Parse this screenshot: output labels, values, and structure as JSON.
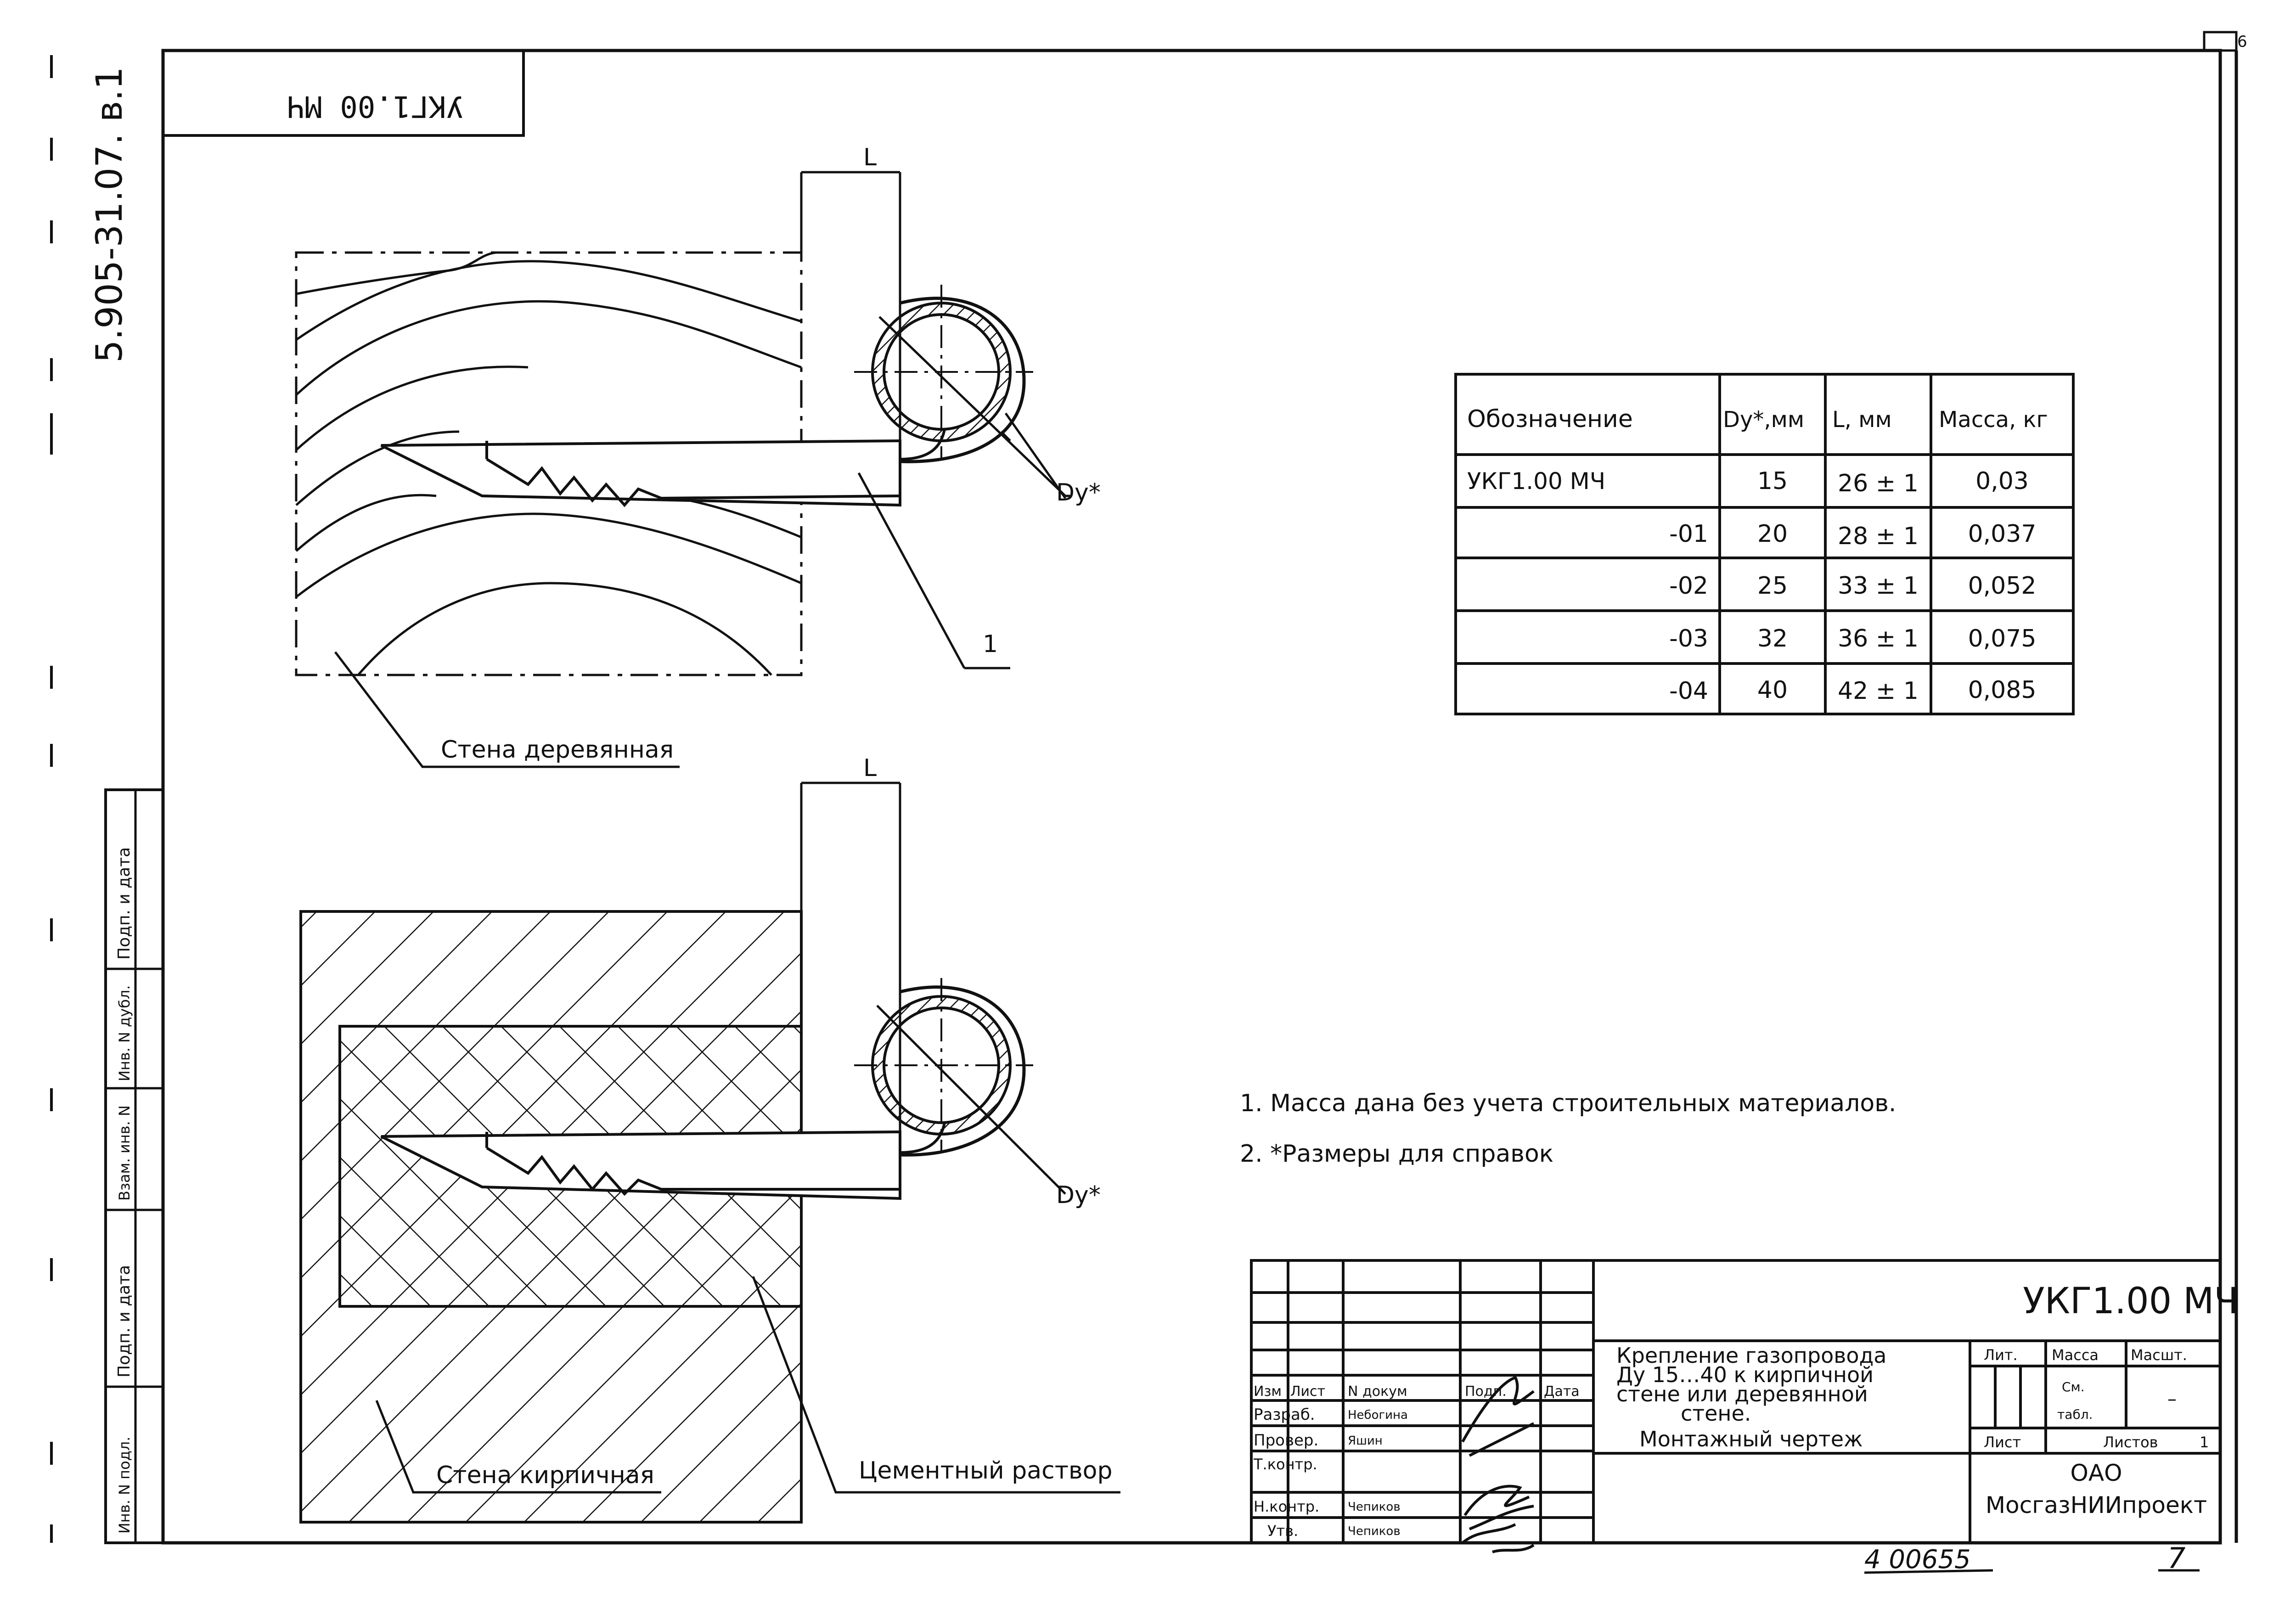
{
  "page": {
    "sheet_corner": "6",
    "vertical_doc_code": "5.905-31.07. в.1",
    "header_box_label": "УКГ1.00 МЧ"
  },
  "drawing": {
    "dimension_label_top": "L",
    "dimension_label_bottom": "L",
    "diameter_label_top": "Dy*",
    "diameter_label_bottom": "Dy*",
    "callout_number": "1",
    "label_wood_wall": "Стена деревянная",
    "label_brick_wall": "Стена кирпичная",
    "label_cement": "Цементный раствор"
  },
  "spec_table": {
    "headers": [
      "Обозначение",
      "Dy*,мм",
      "L, мм",
      "Масса, кг"
    ],
    "rows": [
      [
        "УКГ1.00 МЧ",
        "15",
        "26 ± 1",
        "0,03"
      ],
      [
        "-01",
        "20",
        "28 ± 1",
        "0,037"
      ],
      [
        "-02",
        "25",
        "33 ± 1",
        "0,052"
      ],
      [
        "-03",
        "32",
        "36 ± 1",
        "0,075"
      ],
      [
        "-04",
        "40",
        "42 ± 1",
        "0,085"
      ]
    ]
  },
  "notes": [
    "1. Масса дана без учета строительных материалов.",
    "2. *Размеры для справок"
  ],
  "left_margin_labels": [
    "Подп. и дата",
    "Инв. N дубл.",
    "Взам. инв. N",
    "Подп. и дата",
    "Инв. N подл."
  ],
  "title_block": {
    "code": "УКГ1.00 МЧ",
    "title_lines": [
      "Крепление газопровода",
      "Ду 15…40 к кирпичной",
      "стене или деревянной",
      "стене."
    ],
    "subtitle": "Монтажный чертеж",
    "col_lit": "Лит.",
    "col_mass": "Масса",
    "col_scale": "Масшт.",
    "mass_value_1": "См.",
    "mass_value_2": "табл.",
    "scale_value": "–",
    "sheet_label": "Лист",
    "sheets_label": "Листов",
    "sheets_value": "1",
    "org_line1": "ОАО",
    "org_line2": "МосгазНИИпроект",
    "rev_header": [
      "Изм",
      "Лист",
      "N докум",
      "Подп.",
      "Дата"
    ],
    "roles": [
      {
        "role": "Разраб.",
        "name": "Небогина"
      },
      {
        "role": "Провер.",
        "name": "Яшин"
      },
      {
        "role": "Т.контр.",
        "name": ""
      },
      {
        "role": "",
        "name": ""
      },
      {
        "role": "Н.контр.",
        "name": "Чепиков"
      },
      {
        "role": "Утв.",
        "name": "Чепиков"
      }
    ]
  },
  "footer": {
    "inventory_number": "4 00655",
    "page_number": "7"
  }
}
